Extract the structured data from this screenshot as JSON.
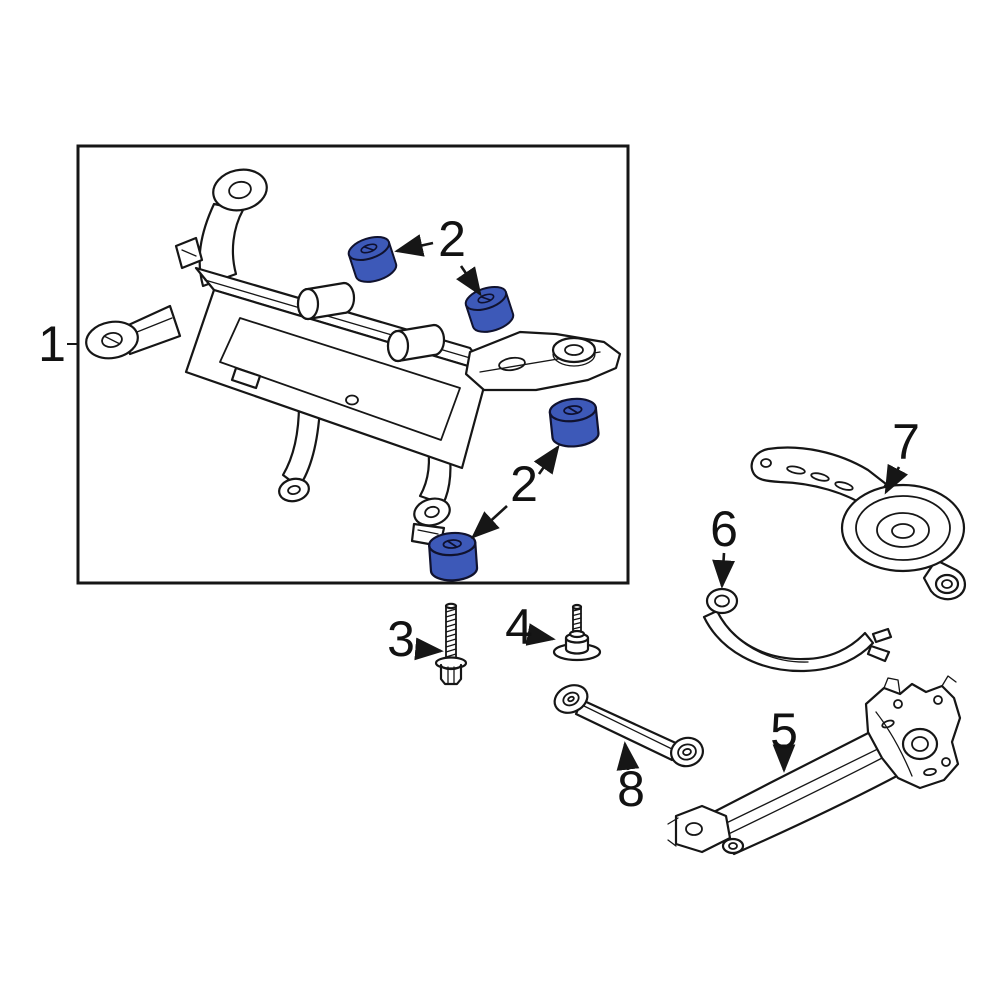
{
  "colors": {
    "background": "#ffffff",
    "line": "#161616",
    "highlight": "#3d59b8"
  },
  "callouts": {
    "c1": {
      "label": "1"
    },
    "c2_top": {
      "label": "2"
    },
    "c2_bottom": {
      "label": "2"
    },
    "c3": {
      "label": "3"
    },
    "c4": {
      "label": "4"
    },
    "c5": {
      "label": "5"
    },
    "c6": {
      "label": "6"
    },
    "c7": {
      "label": "7"
    },
    "c8": {
      "label": "8"
    }
  }
}
